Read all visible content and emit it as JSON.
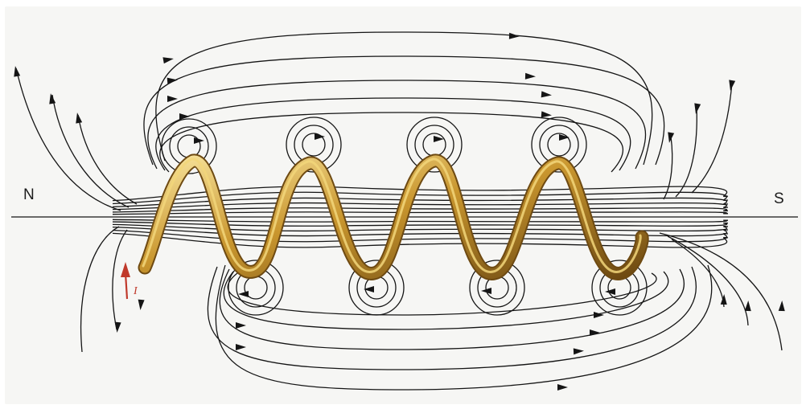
{
  "diagram": {
    "labels": {
      "north": "N",
      "south": "S",
      "current": "I"
    },
    "colors": {
      "background": "#f6f6f4",
      "field_line": "#151515",
      "coil_light": "#f2d67a",
      "coil_mid": "#c9962e",
      "coil_dark": "#6e4a12",
      "current_arrow": "#c0392b"
    },
    "coil_turns": 4,
    "icons": [
      "field-arrow-icon",
      "current-arrow-icon"
    ]
  }
}
